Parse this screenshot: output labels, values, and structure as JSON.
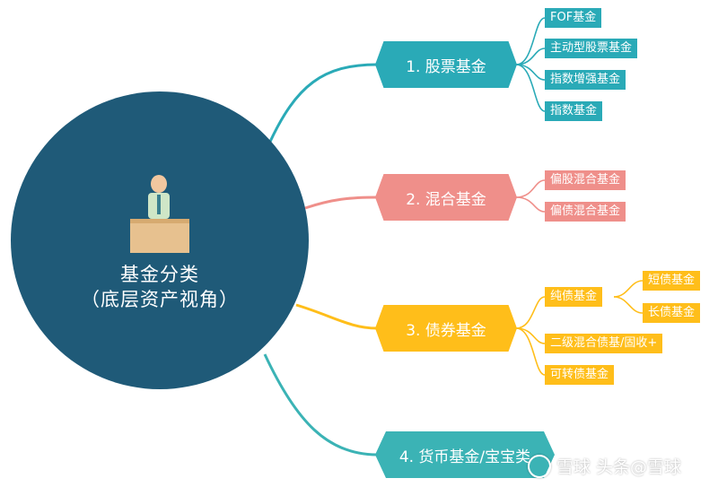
{
  "hub": {
    "line1": "基金分类",
    "line2": "（底层资产视角）"
  },
  "branches": [
    {
      "label": "1. 股票基金",
      "leaves": [
        "FOF基金",
        "主动型股票基金",
        "指数增强基金",
        "指数基金"
      ]
    },
    {
      "label": "2. 混合基金",
      "leaves": [
        "偏股混合基金",
        "偏债混合基金"
      ]
    },
    {
      "label": "3. 债券基金",
      "leaves": [
        "纯债基金",
        "二级混合债基/固收+",
        "可转债基金"
      ],
      "sub_leaves": [
        "短债基金",
        "长债基金"
      ]
    },
    {
      "label": "4. 货币基金/宝宝类",
      "leaves": []
    }
  ],
  "watermark": {
    "text": "雪球  头条@雪球"
  },
  "colors": {
    "hub": "#1f5a78",
    "stock": "#2aaab7",
    "mixed": "#ef8f8a",
    "bond": "#ffbe1a",
    "money": "#3bb3b5"
  }
}
